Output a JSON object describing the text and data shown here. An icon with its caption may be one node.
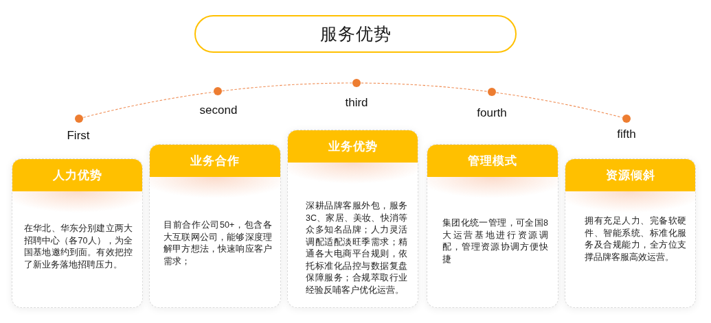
{
  "diagram": {
    "nodes": [
      {
        "text": [
          "服务优势"
        ]
      },
      {
        "text": [],
        "shape": "circle",
        "beside": [
          "First"
        ]
      },
      {
        "text": [],
        "shape": "circle",
        "beside": [
          "second"
        ]
      },
      {
        "text": [],
        "shape": "circle",
        "beside": [
          "third"
        ]
      },
      {
        "text": [],
        "shape": "circle",
        "beside": [
          "fourth"
        ]
      },
      {
        "text": [],
        "shape": "circle",
        "beside": [
          "fifth"
        ]
      },
      {
        "text": [
          "人力优势",
          "在华北、华东分别建立两大招聘中心（各70人），为全国基地邀约到面。有效把控了新业务落地招聘压力。"
        ]
      },
      {
        "text": [
          "业务合作",
          "目前合作公司50+，包含各大互联网公司，能够深度理解甲方想法，快速响应客户需求；"
        ]
      },
      {
        "text": [
          "业务优势",
          "深耕品牌客服外包，服务3C、家居、美妆、快消等众多知名品牌；人力灵活调配适配淡旺季需求；精通各大电商平台规则，依托标准化品控与数据复盘保障服务；合规萃取行业经验反哺客户优化运营。"
        ]
      },
      {
        "text": [
          "管理模式",
          "集团化统一管理，可全国8大运营基地进行资源调配，管理资源协调方便快捷"
        ]
      },
      {
        "text": [
          "资源倾斜",
          "拥有充足人力、完备软硬件、智能系统、标准化服务及合规能力，全方位支撑品牌客服高效运营。"
        ]
      }
    ],
    "edges": [
      {
        "from": 1,
        "to": 2,
        "arrow": "none",
        "style": "dashed"
      },
      {
        "from": 2,
        "to": 3,
        "arrow": "none",
        "style": "dashed"
      },
      {
        "from": 3,
        "to": 4,
        "arrow": "none",
        "style": "dashed"
      },
      {
        "from": 4,
        "to": 5,
        "arrow": "none",
        "style": "dashed"
      }
    ]
  }
}
